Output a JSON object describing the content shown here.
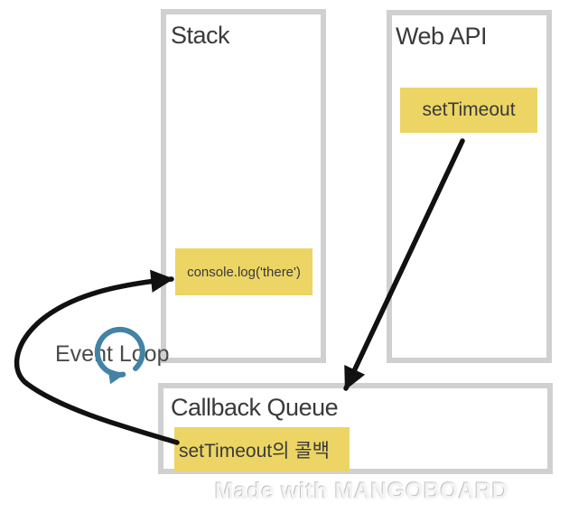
{
  "diagram": {
    "boxes": {
      "stack": {
        "title": "Stack"
      },
      "web_api": {
        "title": "Web API"
      },
      "callback_queue": {
        "title": "Callback Queue"
      }
    },
    "badges": {
      "set_timeout": {
        "label": "setTimeout"
      },
      "console_log": {
        "label": "console.log('there')"
      },
      "set_timeout_callback": {
        "label": "setTimeout의 콜백"
      }
    },
    "labels": {
      "event_loop": "Event Loop"
    },
    "icons": [
      {
        "name": "event-loop-cycle-icon",
        "shape": "circular-arrow",
        "color": "#4283a6"
      }
    ],
    "arrows": [
      {
        "from": "setTimeout (Web API)",
        "to": "Callback Queue",
        "style": "straight",
        "color": "#111111"
      },
      {
        "from": "Callback Queue",
        "to": "console.log('there') (Stack)",
        "style": "curved",
        "color": "#111111"
      }
    ],
    "colors": {
      "highlight_yellow": "#ecd564",
      "box_border_gray": "#d0d0d0",
      "arrow_black": "#111111",
      "loop_blue": "#4283a6",
      "title_text": "#3a3a3a"
    }
  },
  "watermark": {
    "text": "Made with MANGOBOARD"
  }
}
